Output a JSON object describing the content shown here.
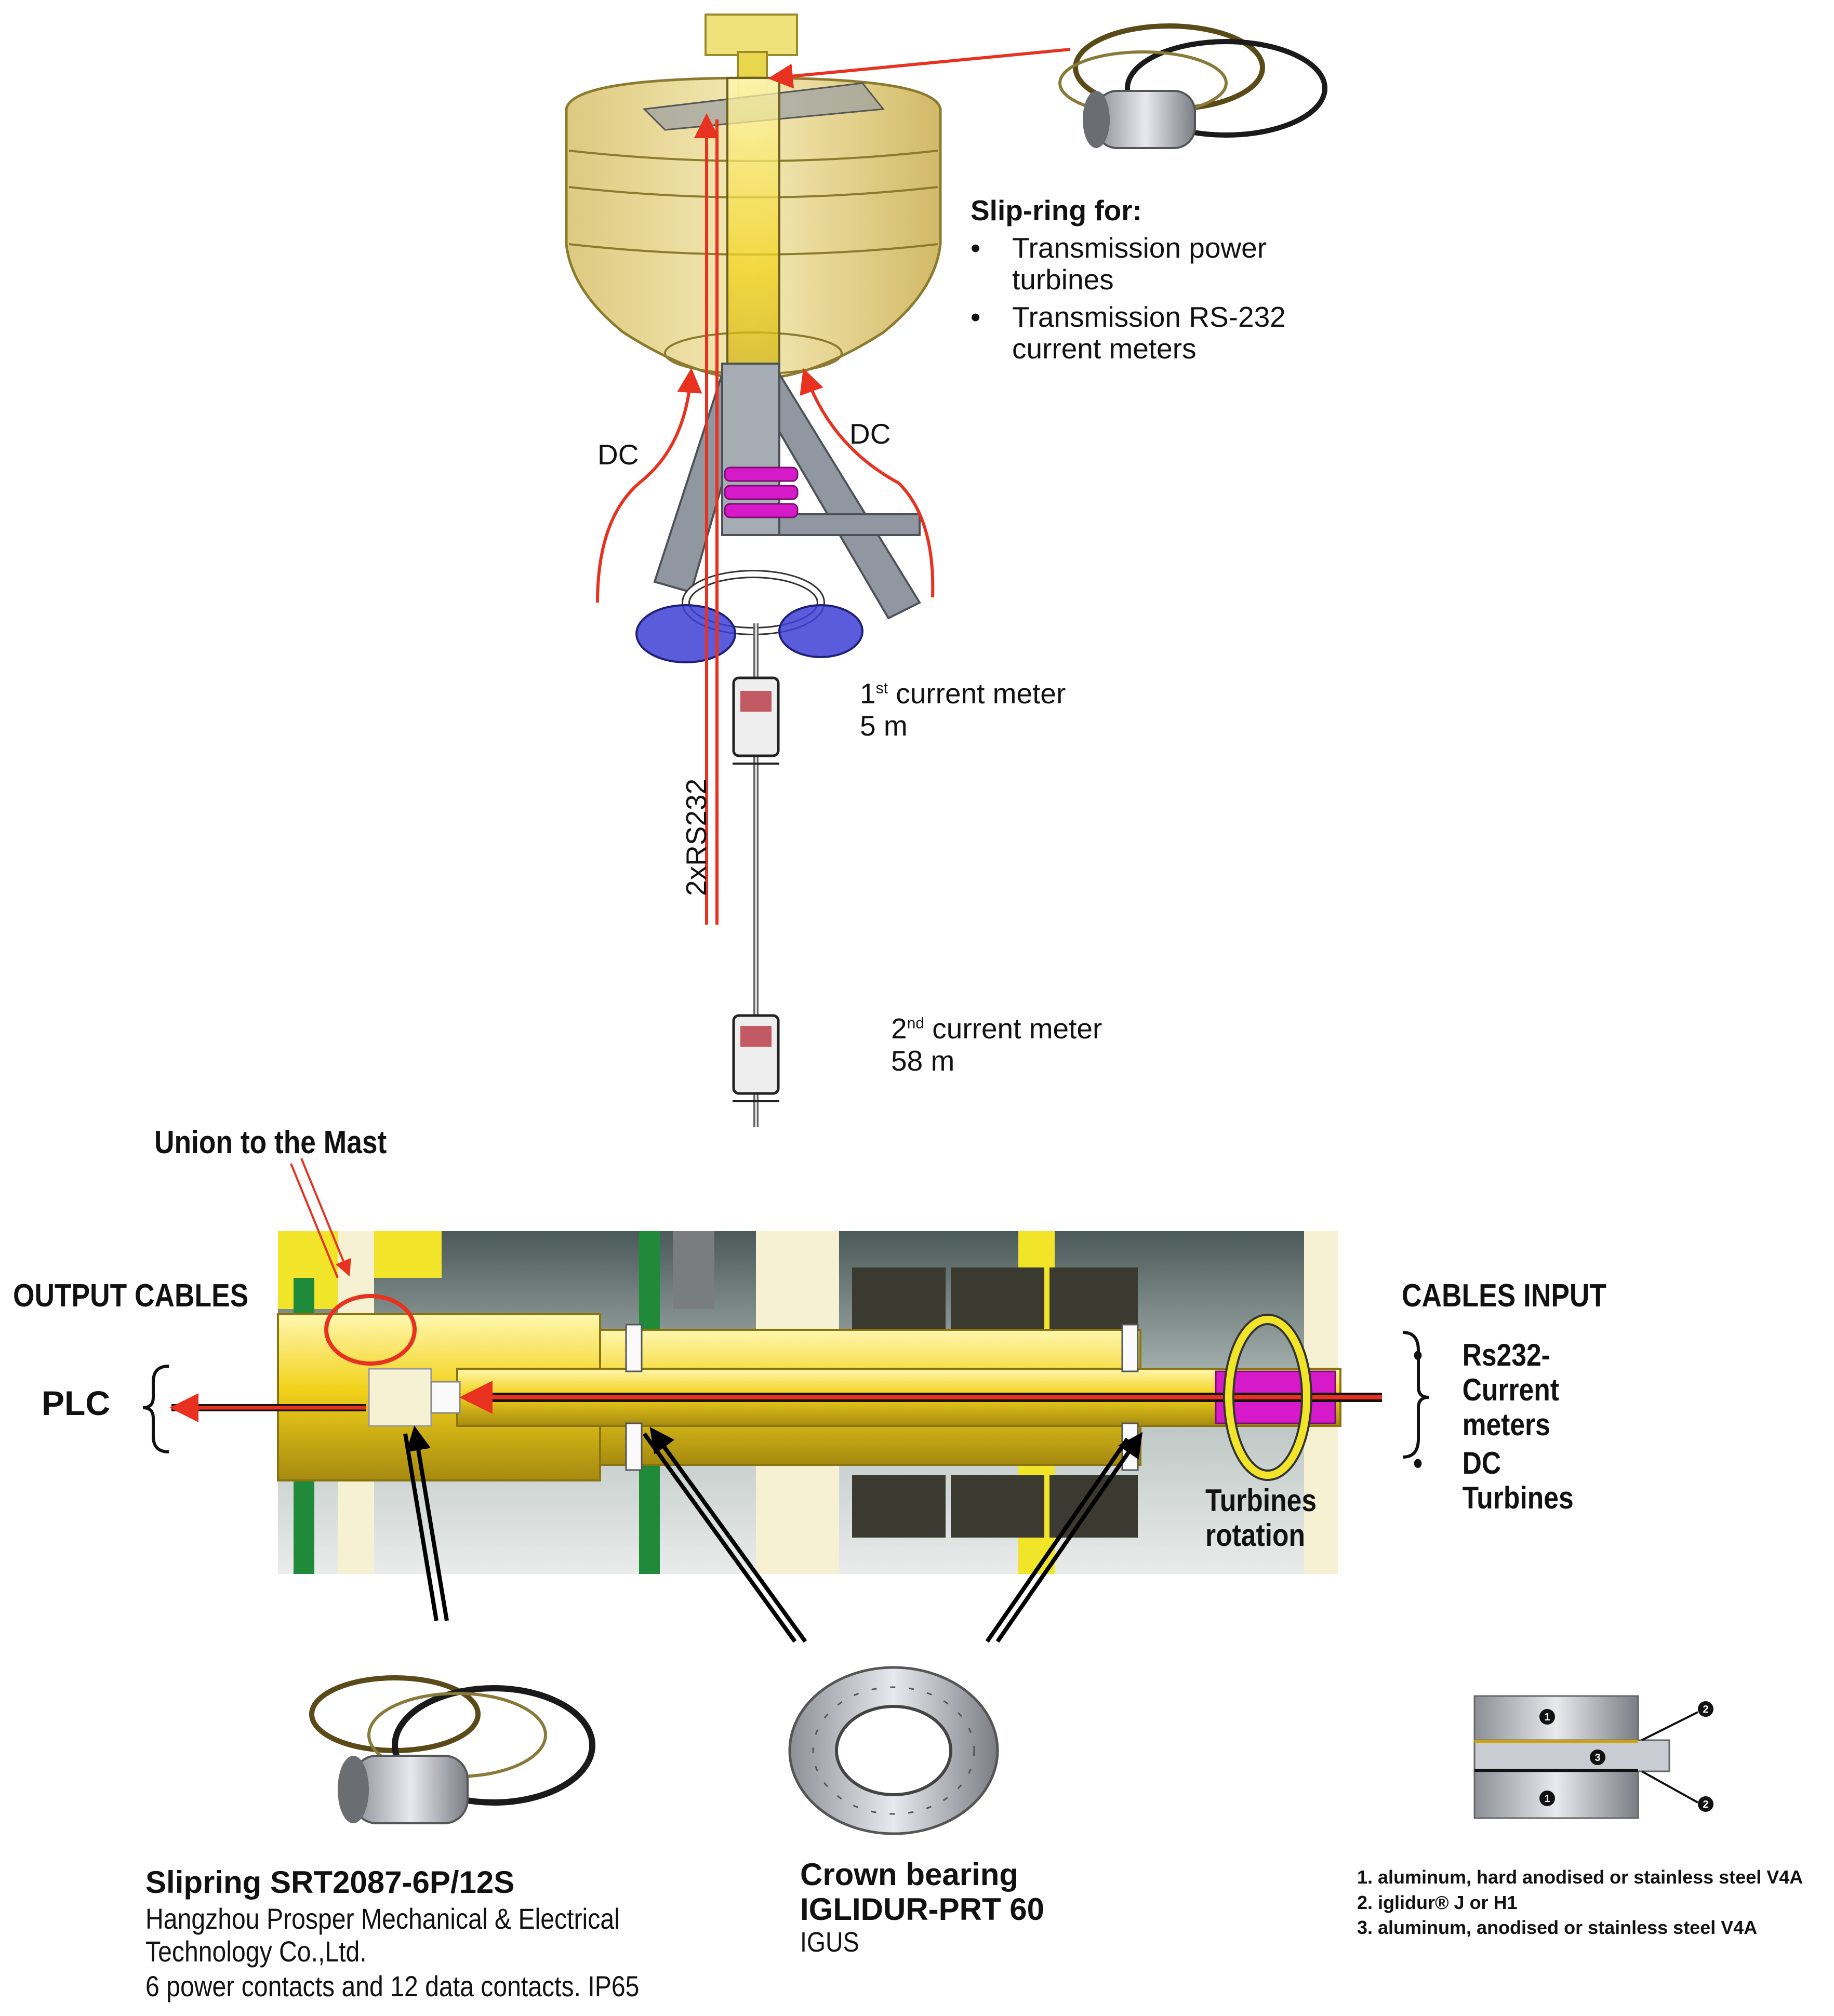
{
  "top": {
    "slipring_heading": "Slip-ring for:",
    "slipring_items": [
      "Transmission power turbines",
      "Transmission RS-232 current meters"
    ],
    "dc_left": "DC",
    "dc_right": "DC",
    "rs232": "2xRS232",
    "meter1": {
      "num": "1",
      "sup": "st",
      "rest": " current meter",
      "depth": "5 m"
    },
    "meter2": {
      "num": "2",
      "sup": "nd",
      "rest": " current meter",
      "depth": "58 m"
    }
  },
  "bottom": {
    "union": "Union to the Mast",
    "output_cables": "OUTPUT CABLES",
    "plc": "PLC",
    "cables_input": "CABLES INPUT",
    "input_items": [
      "Rs232-Current meters",
      "DC Turbines"
    ],
    "turbines_rotation": "Turbines rotation"
  },
  "captions": {
    "slipring": {
      "title": "Slipring SRT2087-6P/12S",
      "maker": "Hangzhou Prosper Mechanical & Electrical Technology Co.,Ltd.",
      "specs": "6 power contacts and 12 data contacts. IP65"
    },
    "bearing": {
      "title1": "Crown bearing",
      "title2": "IGLIDUR-PRT 60",
      "maker": "IGUS"
    },
    "materials": [
      "1. aluminum, hard anodised or stainless steel V4A",
      "2. iglidur® J or H1",
      "3. aluminum, anodised or stainless steel V4A"
    ],
    "callouts": {
      "one": "1",
      "two": "2",
      "three": "3"
    }
  },
  "colors": {
    "arrow_red": "#e8311f",
    "buoy_gold": "#c9ad4c",
    "shaft_yellow": "#f2d21a",
    "magenta": "#d61ac9",
    "turbine_blue": "#3d3fd6"
  }
}
